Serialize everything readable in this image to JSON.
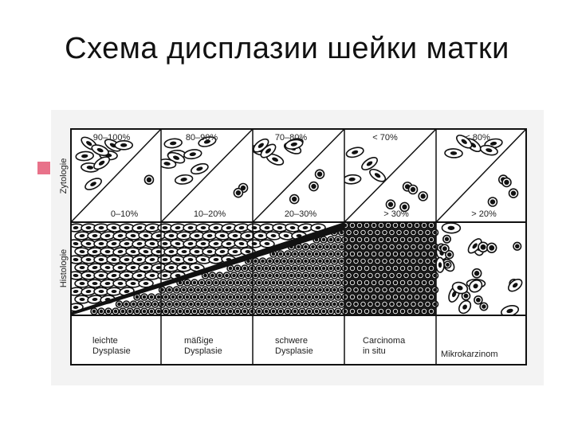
{
  "slide": {
    "title": "Схема дисплазии шейки матки",
    "accent_color": "#e8728a"
  },
  "diagram": {
    "row_labels": {
      "cytology": "Zytologie",
      "histology": "Histologie"
    },
    "columns": [
      {
        "top": "90–100%",
        "bottom": "0–10%",
        "stage": [
          "leichte",
          "Dysplasie"
        ]
      },
      {
        "top": "80–90%",
        "bottom": "10–20%",
        "stage": [
          "mäßige",
          "Dysplasie"
        ]
      },
      {
        "top": "70–80%",
        "bottom": "20–30%",
        "stage": [
          "schwere",
          "Dysplasie"
        ]
      },
      {
        "top": "< 70%",
        "bottom": "> 30%",
        "stage": [
          "Carcinoma",
          "in situ"
        ]
      },
      {
        "top": "< 80%",
        "bottom": "> 20%",
        "stage": [
          "Mikrokarzinom"
        ]
      }
    ]
  }
}
